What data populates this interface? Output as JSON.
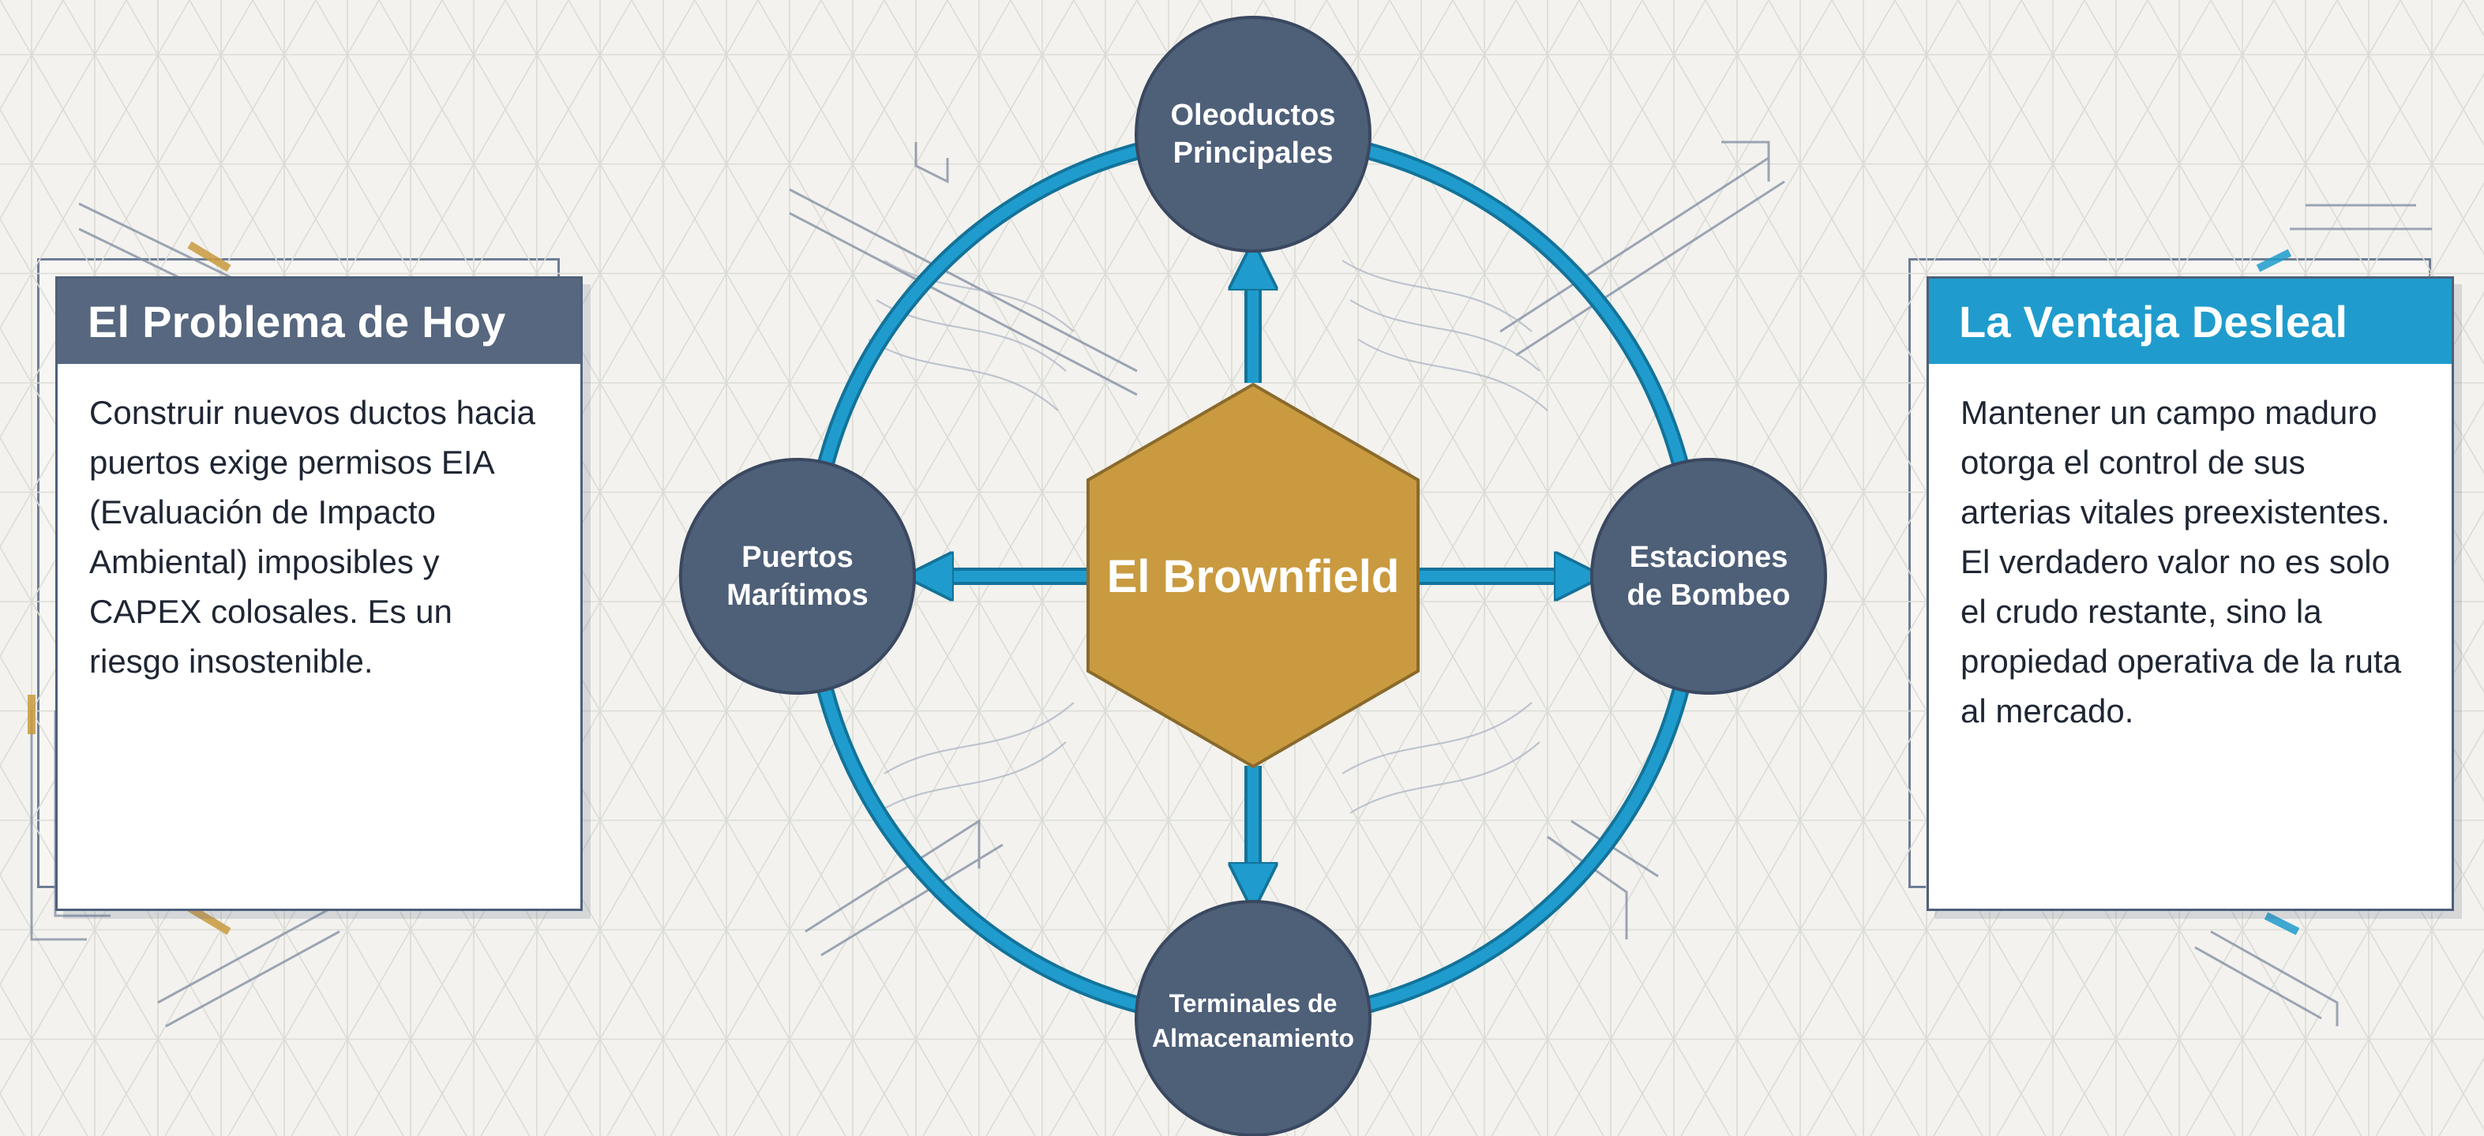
{
  "left_panel": {
    "title": "El Problema de Hoy",
    "body": "Construir nuevos ductos hacia puertos exige permisos EIA (Evaluación de Impacto Ambiental) imposibles y CAPEX colosales. Es un riesgo insostenible."
  },
  "right_panel": {
    "title": "La Ventaja Desleal",
    "body": "Mantener un campo maduro otorga el control de sus arterias vitales preexistentes. El verdadero valor no es solo el crudo restante, sino la propiedad operativa de la ruta al mercado."
  },
  "center": {
    "label": "El Brownfield"
  },
  "nodes": {
    "top": {
      "line1": "Oleoductos",
      "line2": "Principales"
    },
    "left": {
      "line1": "Puertos",
      "line2": "Marítimos"
    },
    "right": {
      "line1": "Estaciones",
      "line2": "de Bombeo"
    },
    "bottom": {
      "line1": "Terminales de",
      "line2": "Almacenamiento"
    }
  },
  "colors": {
    "ring": "#1f9ccd",
    "node": "#4e5f78",
    "hexagon": "#c99a3f",
    "left_header": "#56677f",
    "right_header": "#1f9ccd"
  }
}
